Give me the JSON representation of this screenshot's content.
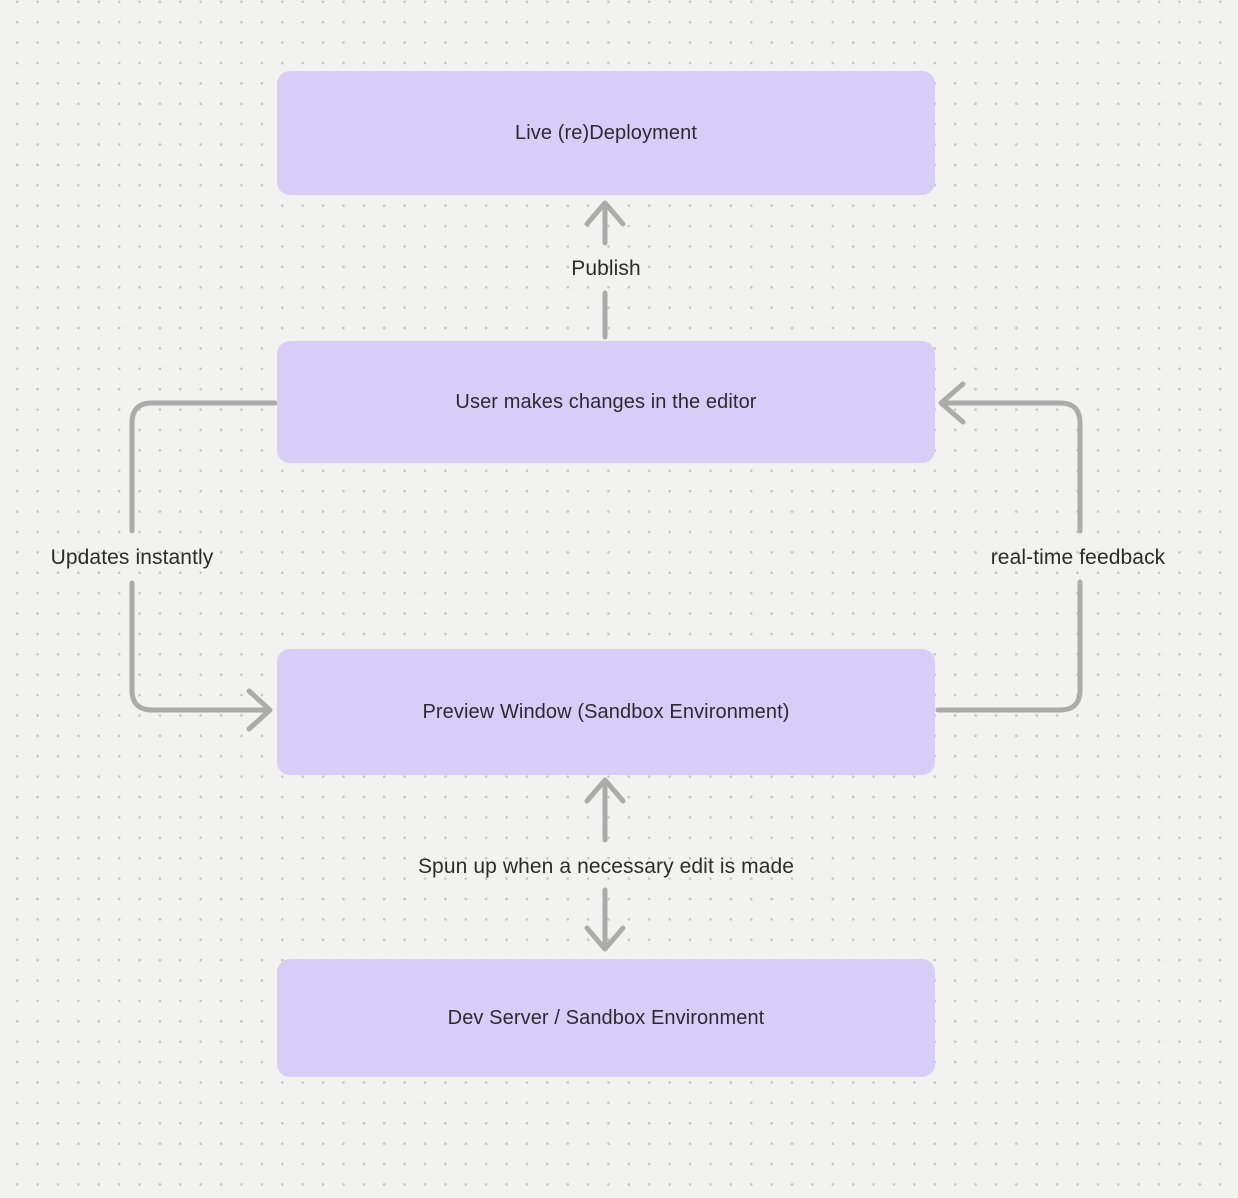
{
  "canvas": {
    "background_color": "#f2f2f0",
    "dot_color": "#c4c4c2",
    "node_fill_color": "#d7cdf7",
    "node_text_color": "#2d2933",
    "arrow_color": "#ababab",
    "label_text_color": "#2b2b2b"
  },
  "nodes": [
    {
      "id": "live-redeployment",
      "label": "Live (re)Deployment"
    },
    {
      "id": "user-editor",
      "label": "User makes changes in the editor"
    },
    {
      "id": "preview-window",
      "label": "Preview Window (Sandbox Environment)"
    },
    {
      "id": "dev-server",
      "label": "Dev Server / Sandbox Environment"
    }
  ],
  "edges": [
    {
      "id": "publish",
      "label": "Publish",
      "from": "user-editor",
      "to": "live-redeployment"
    },
    {
      "id": "updates-instantly",
      "label": "Updates instantly",
      "from": "user-editor",
      "to": "preview-window"
    },
    {
      "id": "realtime-feedback",
      "label": "real-time feedback",
      "from": "preview-window",
      "to": "user-editor"
    },
    {
      "id": "spun-up",
      "label": "Spun up when a necessary edit is made",
      "from": "preview-window",
      "to": "dev-server",
      "bidirectional": true
    }
  ]
}
